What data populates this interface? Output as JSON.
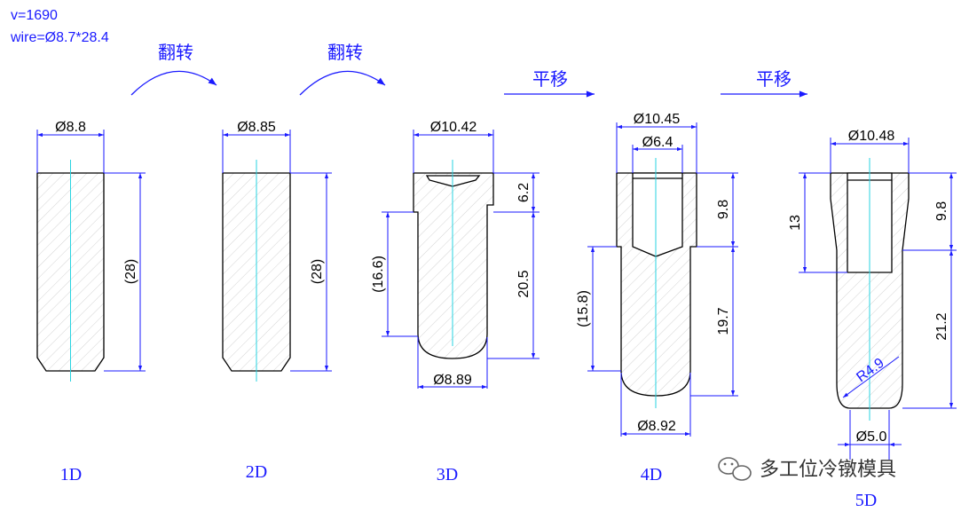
{
  "header": {
    "speed": "v=1690",
    "wire": "wire=Ø8.7*28.4"
  },
  "operations": [
    {
      "label": "翻转",
      "kind": "flip"
    },
    {
      "label": "翻转",
      "kind": "flip"
    },
    {
      "label": "平移",
      "kind": "shift"
    },
    {
      "label": "平移",
      "kind": "shift"
    }
  ],
  "stages": [
    {
      "name": "1D",
      "dims": {
        "top_dia": "Ø8.8",
        "length": "(28)"
      }
    },
    {
      "name": "2D",
      "dims": {
        "top_dia": "Ø8.85",
        "length": "(28)"
      }
    },
    {
      "name": "3D",
      "dims": {
        "top_dia": "Ø10.42",
        "head_len": "6.2",
        "body_len": "(16.6)",
        "shank_len": "20.5",
        "bottom_dia": "Ø8.89"
      }
    },
    {
      "name": "4D",
      "dims": {
        "top_dia": "Ø10.45",
        "hole_dia": "Ø6.4",
        "head_len": "9.8",
        "body_len": "(15.8)",
        "shank_len": "19.7",
        "bottom_dia": "Ø8.92"
      }
    },
    {
      "name": "5D",
      "dims": {
        "top_dia": "Ø10.48",
        "hole_depth": "13",
        "head_len": "9.8",
        "shank_len": "21.2",
        "radius": "R4.9",
        "bottom_dia": "Ø5.0"
      }
    }
  ],
  "watermark": {
    "text": "多工位冷镦模具"
  },
  "colors": {
    "dimension": "#1a1aff",
    "centerline": "#27d3e0",
    "outline": "#000000"
  }
}
